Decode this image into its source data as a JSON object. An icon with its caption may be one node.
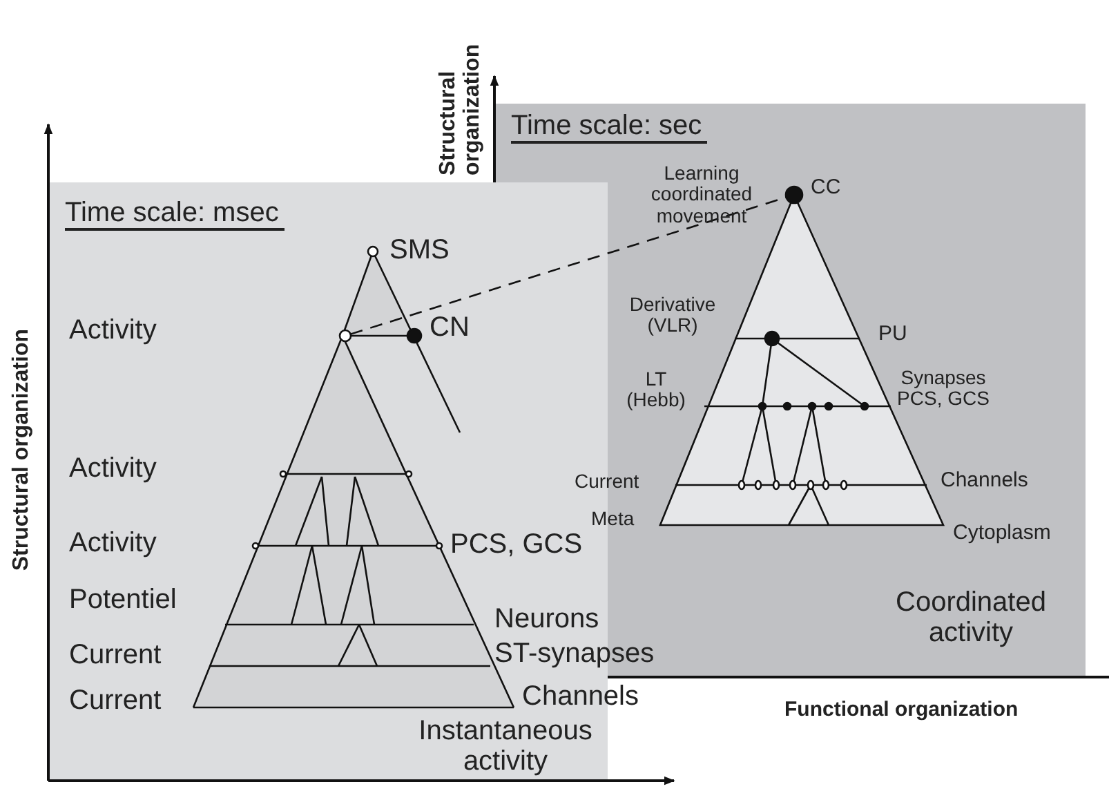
{
  "diagram": {
    "nodes": [
      {
        "text": [],
        "shape": "circle"
      },
      {
        "text": [],
        "shape": "circle"
      }
    ],
    "edges": [
      {
        "from": 0,
        "to": 1,
        "arrow": "none",
        "style": "dashed"
      }
    ],
    "labels": [
      "Structural organization",
      "Time scale: sec",
      "Learning coordinated movement",
      "CC",
      "Time scale: msec",
      "SMS",
      "Activity",
      "CN",
      "Derivative (VLR)",
      "PU",
      "LT (Hebb)",
      "Synapses PCS, GCS",
      "Structural organization",
      "Activity",
      "Current",
      "Channels",
      "Meta",
      "Cytoplasm",
      "Activity",
      "PCS, GCS",
      "Potentiel",
      "Coordinated activity",
      "Neurons",
      "Current",
      "ST-synapses",
      "Current",
      "Channels",
      "Functional organization",
      "Instantaneous activity"
    ]
  }
}
